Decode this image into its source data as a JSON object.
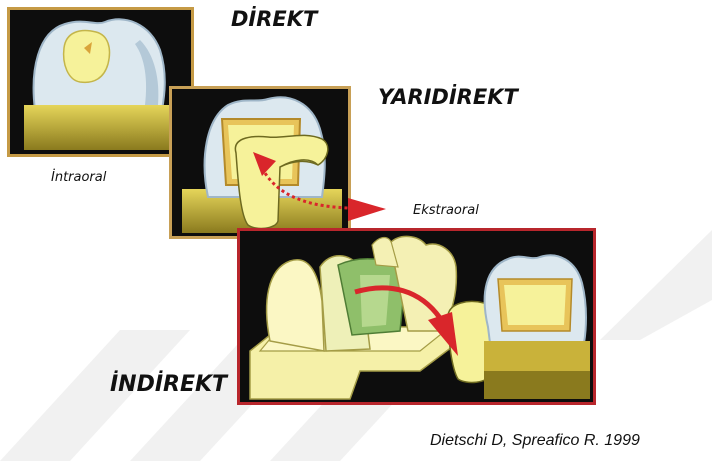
{
  "labels": {
    "direct": "DİREKT",
    "semi_direct": "YARIDİREKT",
    "indirect": "İNDİREKT",
    "intraoral": "İntraoral",
    "extraoral": "Ekstraoral"
  },
  "citation": "Dietschi D, Spreafico R. 1999",
  "colors": {
    "panel_background": "#0d0d0d",
    "tooth_enamel": "#dce8ef",
    "tooth_shadow": "#9fb6c8",
    "restoration": "#f6f29a",
    "root_gold": "#c9b23a",
    "arrow_red": "#d9262b",
    "model_yellow": "#f5f0a8",
    "cavity_green": "#8fbf6a",
    "frame_gold": "#c59a45",
    "frame_red": "#b8262c"
  },
  "icons": {
    "direct": "tooth-with-filling-icon",
    "semi_direct": "tooth-with-inlay-icon",
    "indirect": "dental-model-icon",
    "transfer": "red-arrow-icon"
  }
}
